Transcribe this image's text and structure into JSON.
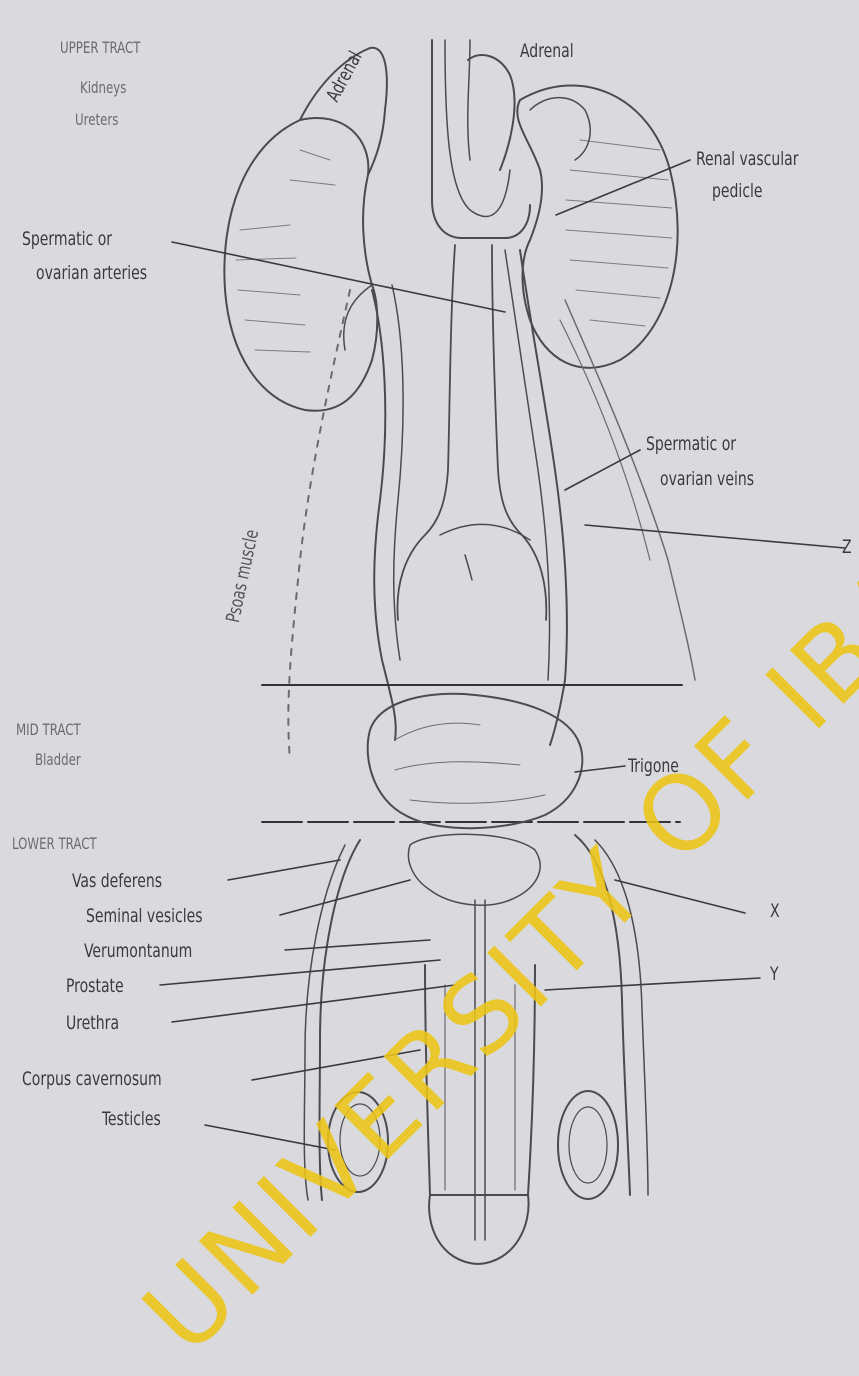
{
  "sections": {
    "upper": {
      "title": "UPPER TRACT",
      "items": [
        "Kidneys",
        "Ureters"
      ]
    },
    "mid": {
      "title": "MID TRACT",
      "items": [
        "Bladder"
      ]
    },
    "lower": {
      "title": "LOWER TRACT"
    }
  },
  "labels": {
    "adrenal_left": "Adrenal",
    "adrenal_right": "Adrenal",
    "renal_pedicle_1": "Renal vascular",
    "renal_pedicle_2": "pedicle",
    "spermatic_arteries_1": "Spermatic or",
    "spermatic_arteries_2": "ovarian arteries",
    "spermatic_veins_1": "Spermatic or",
    "spermatic_veins_2": "ovarian veins",
    "psoas": "Psoas muscle",
    "z": "Z",
    "trigone": "Trigone",
    "vas": "Vas deferens",
    "seminal": "Seminal vesicles",
    "veru": "Verumontanum",
    "prostate": "Prostate",
    "urethra": "Urethra",
    "corpus": "Corpus cavernosum",
    "testicles": "Testicles",
    "x": "X",
    "y": "Y"
  },
  "watermark": "UNIVERSITY OF IBADAN LIBRARY",
  "colors": {
    "background": "#dadade",
    "ink": "#3a3a3e",
    "watermark": "#ecc414"
  }
}
